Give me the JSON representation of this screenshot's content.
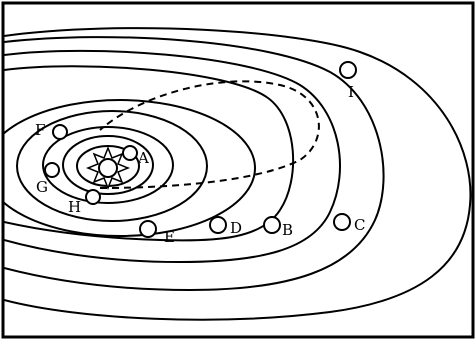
{
  "diagram": {
    "sun_icon": "sun-icon",
    "planets": [
      {
        "id": "A",
        "label": "A"
      },
      {
        "id": "B",
        "label": "B"
      },
      {
        "id": "C",
        "label": "C"
      },
      {
        "id": "D",
        "label": "D"
      },
      {
        "id": "E",
        "label": "E"
      },
      {
        "id": "F",
        "label": "F"
      },
      {
        "id": "G",
        "label": "G"
      },
      {
        "id": "H",
        "label": "H"
      },
      {
        "id": "I",
        "label": "I"
      }
    ]
  }
}
